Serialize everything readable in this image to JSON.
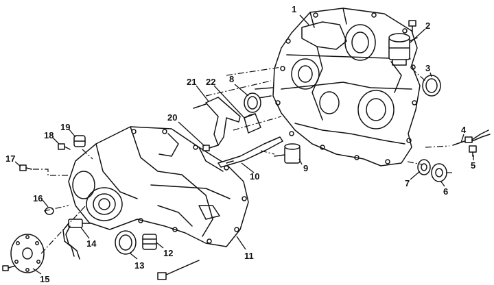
{
  "callouts": [
    {
      "id": "1",
      "text": "1"
    },
    {
      "id": "2",
      "text": "2"
    },
    {
      "id": "3",
      "text": "3"
    },
    {
      "id": "4",
      "text": "4"
    },
    {
      "id": "5",
      "text": "5"
    },
    {
      "id": "6",
      "text": "6"
    },
    {
      "id": "7",
      "text": "7"
    },
    {
      "id": "8",
      "text": "8"
    },
    {
      "id": "9",
      "text": "9"
    },
    {
      "id": "10",
      "text": "10"
    },
    {
      "id": "11",
      "text": "11"
    },
    {
      "id": "12",
      "text": "12"
    },
    {
      "id": "13",
      "text": "13"
    },
    {
      "id": "14",
      "text": "14"
    },
    {
      "id": "15",
      "text": "15"
    },
    {
      "id": "16",
      "text": "16"
    },
    {
      "id": "17",
      "text": "17"
    },
    {
      "id": "18",
      "text": "18"
    },
    {
      "id": "19",
      "text": "19"
    },
    {
      "id": "20",
      "text": "20"
    },
    {
      "id": "21",
      "text": "21"
    },
    {
      "id": "22",
      "text": "22"
    }
  ],
  "colors": {
    "ink": "#111111",
    "paper": "#ffffff"
  }
}
